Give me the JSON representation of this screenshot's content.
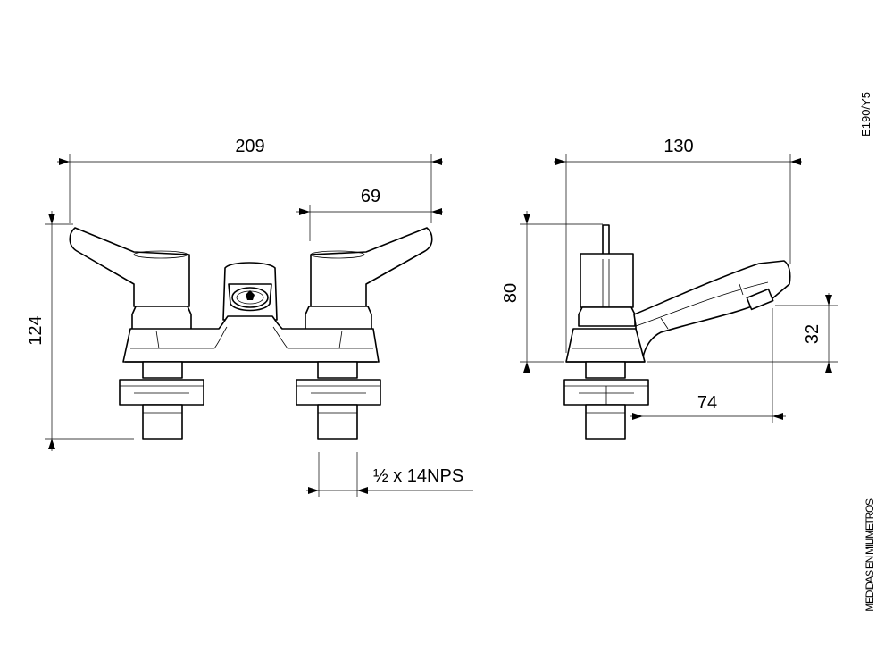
{
  "model_code": "E190/Y5",
  "units_note": "MEDIDAS EN MILIMETROS",
  "front_view": {
    "overall_width": "209",
    "handle_offset": "69",
    "overall_height": "124",
    "thread_spec": "½ x 14NPS"
  },
  "side_view": {
    "overall_depth": "130",
    "body_height": "80",
    "spout_height": "32",
    "spout_reach": "74"
  }
}
